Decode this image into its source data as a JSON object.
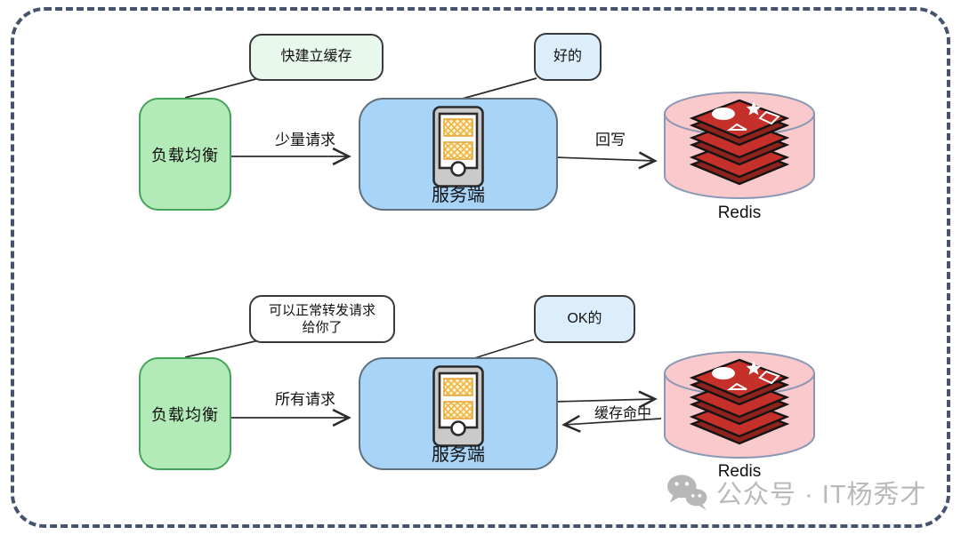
{
  "colors": {
    "frame_border": "#45536e",
    "load_balancer_fill": "#b2ebb8",
    "load_balancer_border": "#43a45a",
    "server_fill": "#a8d4f7",
    "bubble_green_fill": "#e9f8ec",
    "bubble_blue_fill": "#dceefb",
    "bubble_white_fill": "#ffffff",
    "redis_cylinder_fill": "#f9c9cc",
    "redis_logo_red": "#c6302b",
    "phone_hatch_orange": "#f1b43e",
    "watermark_gray": "#b9b9b9"
  },
  "scenarios": [
    {
      "load_balancer": "负载均衡",
      "lb_bubble": "快建立缓存",
      "request_arrow": "少量请求",
      "server": "服务端",
      "server_bubble": "好的",
      "redis_arrow": "回写",
      "redis": "Redis"
    },
    {
      "load_balancer": "负载均衡",
      "lb_bubble": "可以正常转发请求\n给你了",
      "request_arrow": "所有请求",
      "server": "服务端",
      "server_bubble": "OK的",
      "redis_arrow": "缓存命中",
      "redis": "Redis"
    }
  ],
  "watermark": {
    "text": "公众号 · IT杨秀才"
  }
}
